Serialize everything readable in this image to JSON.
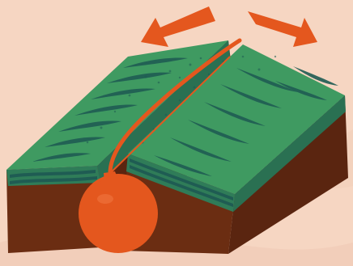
{
  "diagram": {
    "subject": "",
    "arrows": [
      {
        "name": "left-arrow",
        "direction": "left"
      },
      {
        "name": "right-arrow",
        "direction": "right"
      }
    ],
    "colors": {
      "background": "#f6d6c2",
      "background_shadow": "#efcab5",
      "grass": "#3f9a61",
      "grass_dark": "#1f5c53",
      "soil": "#6b2d12",
      "soil_dark": "#4a1f0d",
      "magma": "#e4571e",
      "arrow": "#e4571e"
    }
  }
}
